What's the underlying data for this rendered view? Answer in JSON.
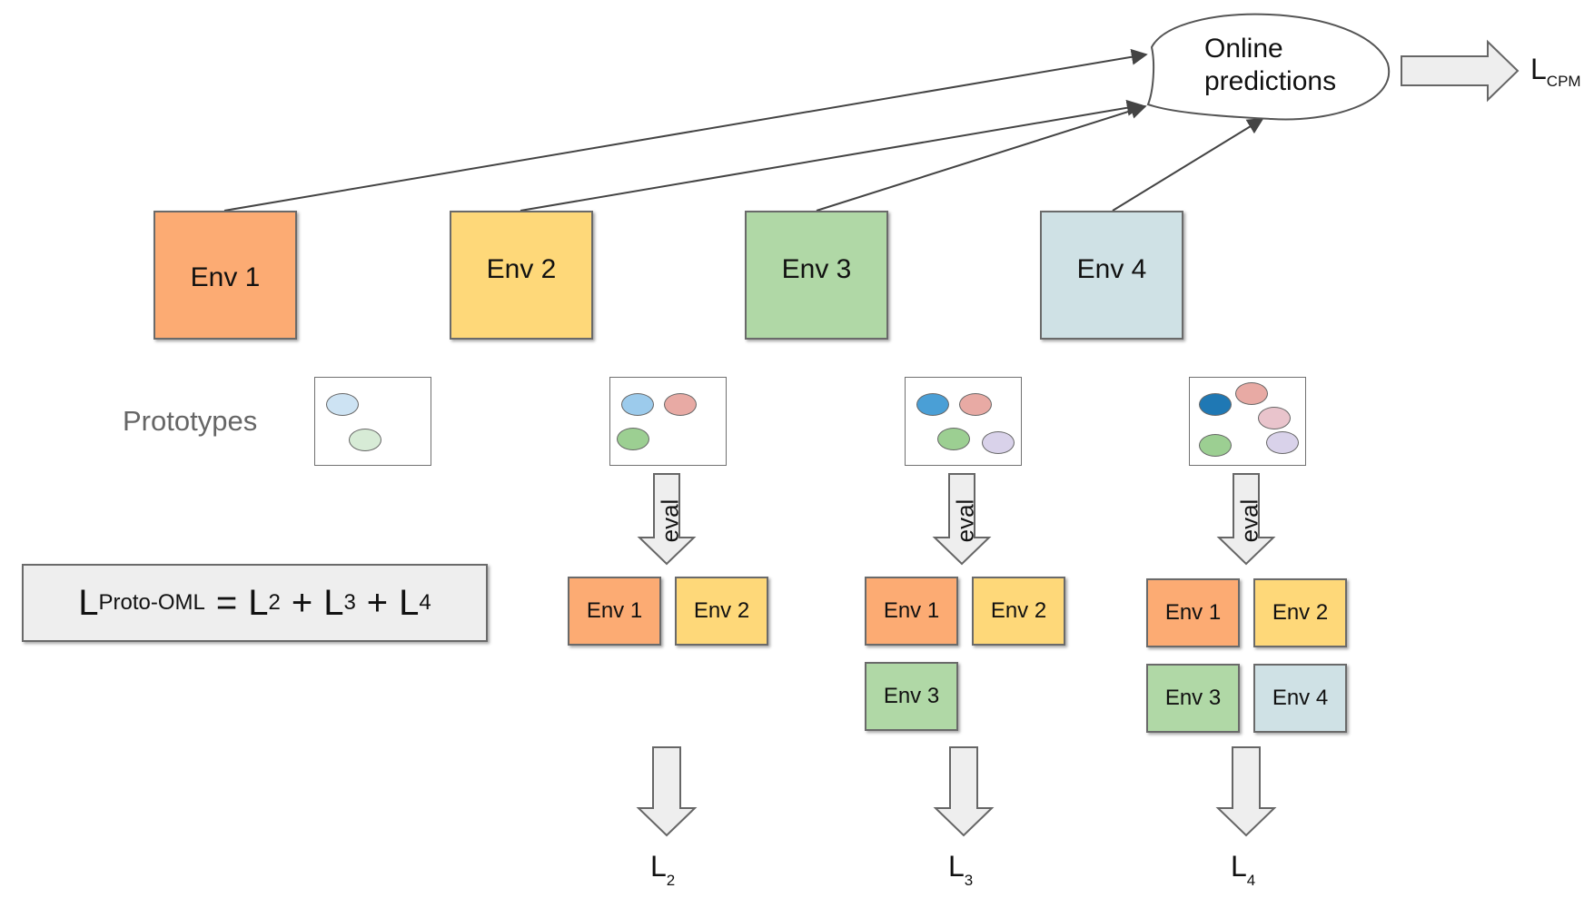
{
  "envs": {
    "env1": "Env 1",
    "env2": "Env 2",
    "env3": "Env 3",
    "env4": "Env 4"
  },
  "prototypes_label": "Prototypes",
  "eval_label": "eval",
  "online_predictions": {
    "line1": "Online",
    "line2": "predictions"
  },
  "loss_cpm": {
    "main": "L",
    "sub": "CPM"
  },
  "formula": {
    "lhs": "L",
    "lhs_sub": "Proto-OML",
    "equals": "=",
    "t1": "L",
    "t1_sub": "2",
    "plus1": "+",
    "t2": "L",
    "t2_sub": "3",
    "plus2": "+",
    "t3": "L",
    "t3_sub": "4"
  },
  "losses": {
    "l2": {
      "main": "L",
      "sub": "2"
    },
    "l3": {
      "main": "L",
      "sub": "3"
    },
    "l4": {
      "main": "L",
      "sub": "4"
    }
  },
  "colors": {
    "env1": "#fcab73",
    "env2": "#fed879",
    "env3": "#b0d8a6",
    "env4": "#cfe1e5",
    "arrow_fill": "#eeeeee",
    "proto_blue_light": "#cde3f3",
    "proto_green_light": "#d7ebd6",
    "proto_blue": "#9ccbec",
    "proto_red": "#e8aaa4",
    "proto_green": "#9ccf92",
    "proto_blue_dark": "#4a9fd6",
    "proto_lavender": "#d9d2ea",
    "proto_navy": "#1f78b4",
    "proto_pink": "#e9c4cc"
  }
}
